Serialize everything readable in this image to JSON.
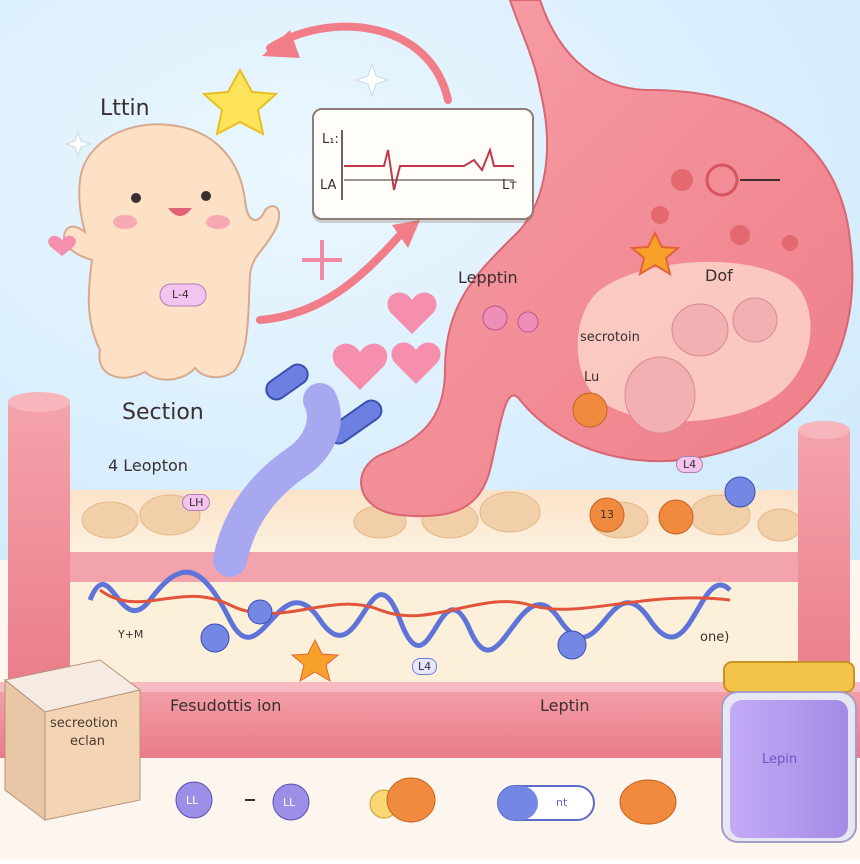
{
  "labels": {
    "title_left": "Lttin",
    "section": "Section",
    "leopton": "4 Leopton",
    "lepptin": "Lepptin",
    "dof": "Dof",
    "secrotoin": "secrotoin",
    "lu": "Lu",
    "fesudottis": "Fesudottis ion",
    "leptin_bottom": "Leptin",
    "crate_line1": "secreotion",
    "crate_line2": "eclan",
    "jar_label": "Lepin",
    "one": "one)",
    "ytm": "Y+M"
  },
  "chart_card": {
    "left_top": "L₁:",
    "left_bottom": "LA",
    "right_bottom": "Lт"
  },
  "pills": {
    "character_badge": "L-4",
    "speech_pill": "LH",
    "l4_pill": "L4",
    "l4_lower": "L4",
    "pill_13": "13",
    "bottom_pill_1": "LL",
    "bottom_pill_2": "LL",
    "capsule": "nt"
  },
  "colors": {
    "stomach": "#f0808a",
    "vessel": "#ef8e98",
    "sky": "#dff2fb",
    "blue_molecule": "#6d7fe0",
    "orange": "#f08a3e",
    "jar": "#b79cf0"
  }
}
